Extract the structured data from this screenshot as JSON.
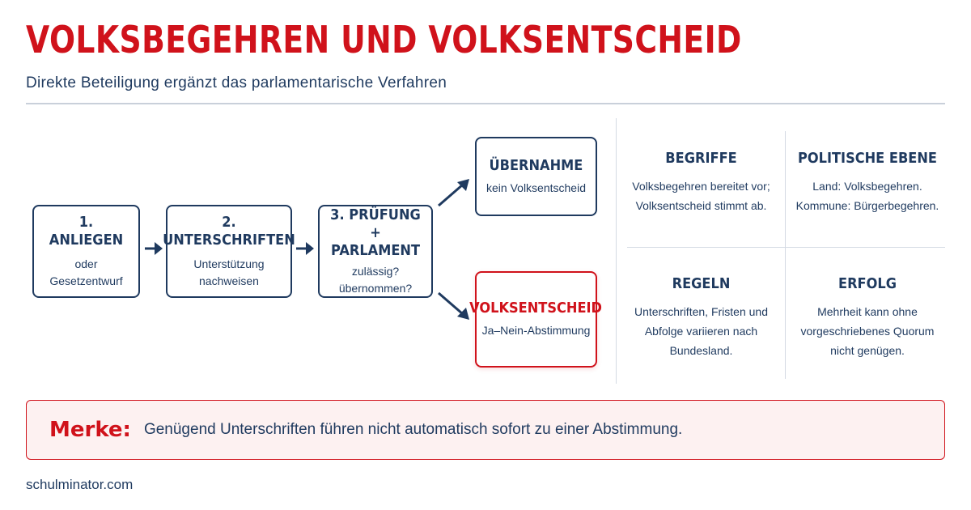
{
  "header": {
    "title": "VOLKSBEGEHREN UND VOLKSENTSCHEID",
    "subtitle": "Direkte Beteiligung ergänzt das parlamentarische Verfahren"
  },
  "flow": {
    "step1": {
      "title": "1. ANLIEGEN",
      "text": "oder Gesetzentwurf"
    },
    "step2": {
      "title": "2. UNTERSCHRIFTEN",
      "text_line1": "Unterstützung",
      "text_line2": "nachweisen"
    },
    "step3": {
      "title_line1": "3. PRÜFUNG +",
      "title_line2": "PARLAMENT",
      "text": "zulässig? übernommen?"
    },
    "outcome_top": {
      "title": "ÜBERNAHME",
      "text": "kein Volksentscheid"
    },
    "outcome_bottom": {
      "title": "VOLKSENTSCHEID",
      "text": "Ja–Nein-Abstimmung"
    }
  },
  "grid": {
    "begriffe": {
      "title": "BEGRIFFE",
      "line1": "Volksbegehren bereitet vor;",
      "line2": "Volksentscheid stimmt ab."
    },
    "ebene": {
      "title": "POLITISCHE EBENE",
      "line1": "Land: Volksbegehren.",
      "line2": "Kommune: Bürgerbegehren."
    },
    "regeln": {
      "title": "REGELN",
      "line1": "Unterschriften, Fristen und",
      "line2": "Abfolge variieren nach",
      "line3": "Bundesland."
    },
    "erfolg": {
      "title": "ERFOLG",
      "line1": "Mehrheit kann ohne",
      "line2": "vorgeschriebenes Quorum",
      "line3": "nicht genügen."
    }
  },
  "merke": {
    "label": "Merke:",
    "text": "Genügend Unterschriften führen nicht automatisch sofort zu einer Abstimmung."
  },
  "footer": {
    "site": "schulminator.com"
  },
  "colors": {
    "accent": "#d0121b",
    "navy": "#1f3a5f",
    "divider": "#d4dae3"
  }
}
